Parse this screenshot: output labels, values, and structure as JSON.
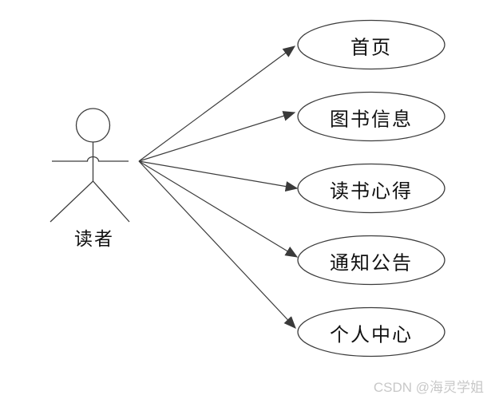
{
  "diagram": {
    "type": "uml-use-case",
    "actor": {
      "label": "读者"
    },
    "use_cases": [
      {
        "label": "首页"
      },
      {
        "label": "图书信息"
      },
      {
        "label": "读书心得"
      },
      {
        "label": "通知公告"
      },
      {
        "label": "个人中心"
      }
    ],
    "associations": [
      {
        "from": "读者",
        "to": "首页"
      },
      {
        "from": "读者",
        "to": "图书信息"
      },
      {
        "from": "读者",
        "to": "读书心得"
      },
      {
        "from": "读者",
        "to": "通知公告"
      },
      {
        "from": "读者",
        "to": "个人中心"
      }
    ],
    "colors": {
      "stroke": "#3c3c3c",
      "arrowhead": "#3a3a3a",
      "text": "#111111",
      "background": "#ffffff",
      "watermark": "#c8c8c8"
    }
  },
  "watermark": {
    "text": "CSDN @海灵学姐"
  }
}
